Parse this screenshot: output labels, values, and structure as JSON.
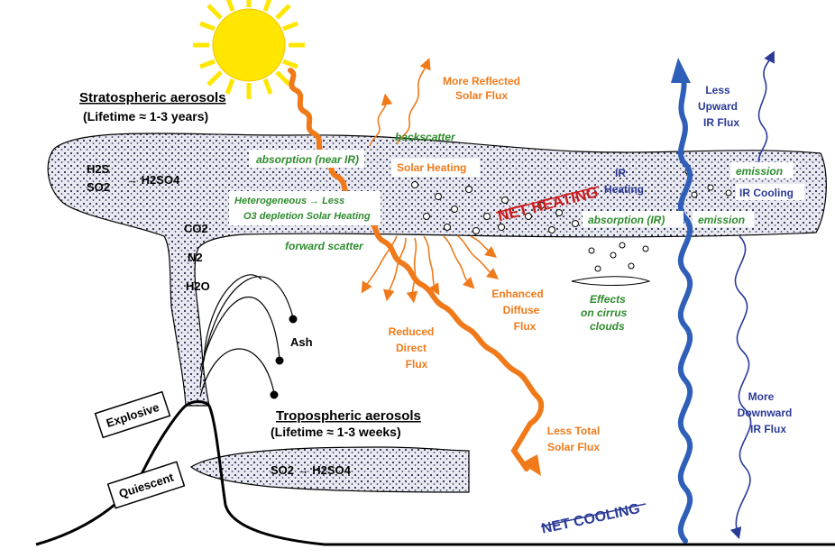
{
  "stratospheric": {
    "title": "Stratospheric aerosols",
    "lifetime": "(Lifetime ≈ 1-3 years)"
  },
  "tropospheric": {
    "title": "Tropospheric aerosols",
    "lifetime": "(Lifetime ≈ 1-3 weeks)"
  },
  "gases": {
    "h2s": "H2S",
    "so2": "SO2",
    "arrow_h2so4": "→ H2SO4",
    "co2": "CO2",
    "n2": "N2",
    "h2o": "H2O",
    "tropo_reaction": "SO2 → H2SO4",
    "ash": "Ash"
  },
  "eruption": {
    "explosive": "Explosive",
    "quiescent": "Quiescent"
  },
  "processes": {
    "backscatter": "backscatter",
    "absorption_near_ir": "absorption (near IR)",
    "heterogeneous_line1": "Heterogeneous → Less",
    "heterogeneous_line2": "O3 depletion   Solar Heating",
    "forward_scatter": "forward scatter",
    "absorption_ir": "absorption (IR)",
    "emission_upper": "emission",
    "emission_lower": "emission",
    "effects_cirrus": [
      "Effects",
      "on cirrus",
      "clouds"
    ]
  },
  "solar": {
    "more_reflected": [
      "More Reflected",
      "Solar Flux"
    ],
    "solar_heating": "Solar Heating",
    "enhanced_diffuse": [
      "Enhanced",
      "Diffuse",
      "Flux"
    ],
    "reduced_direct": [
      "Reduced",
      "Direct",
      "Flux"
    ],
    "less_total": [
      "Less Total",
      "Solar Flux"
    ]
  },
  "infrared": {
    "ir_heating": [
      "IR",
      "Heating"
    ],
    "ir_cooling": "IR Cooling",
    "less_upward": [
      "Less",
      "Upward",
      "IR Flux"
    ],
    "more_downward": [
      "More",
      "Downward",
      "IR Flux"
    ]
  },
  "net": {
    "heating": "NET HEATING",
    "cooling": "NET COOLING"
  },
  "colors": {
    "orange": "#f07a1a",
    "green": "#2e8b2e",
    "blue": "#2a3a96",
    "red": "#cc1b1b",
    "sun": "#ffe600",
    "aerosol_fill": "#e6e6ef"
  }
}
